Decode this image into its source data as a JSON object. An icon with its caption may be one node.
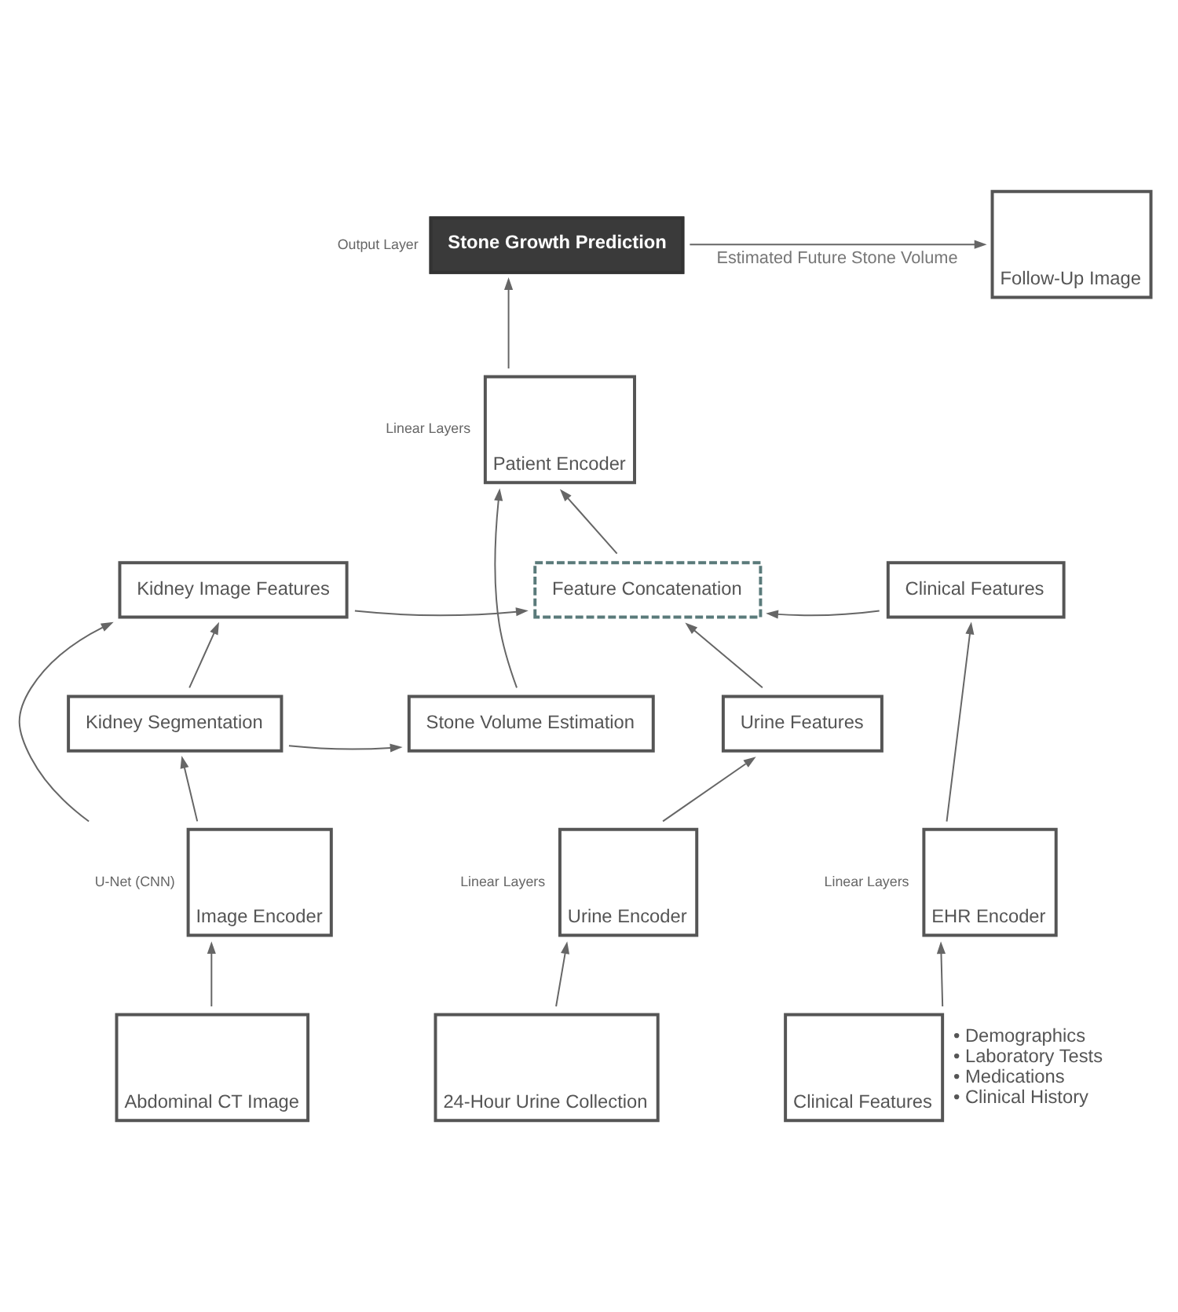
{
  "diagram": {
    "nodes": [
      {
        "text": [
          "Stone Growth Prediction"
        ],
        "beside": [
          "Output Layer"
        ]
      },
      {
        "text": [
          "Follow-Up Image"
        ]
      },
      {
        "text": [
          "Patient Encoder"
        ],
        "beside": [
          "Linear Layers"
        ]
      },
      {
        "text": [
          "Kidney Image Features"
        ]
      },
      {
        "text": [
          "Feature Concatenation"
        ]
      },
      {
        "text": [
          "Clinical Features"
        ]
      },
      {
        "text": [
          "Stone Volume Estimation"
        ]
      },
      {
        "text": [
          "Kidney Segmentation"
        ]
      },
      {
        "text": [
          "Urine Features"
        ]
      },
      {
        "text": [
          "Image Encoder"
        ],
        "beside": [
          "U-Net (CNN)"
        ]
      },
      {
        "text": [
          "Urine Encoder"
        ],
        "beside": [
          "Linear Layers"
        ]
      },
      {
        "text": [
          "EHR Encoder"
        ],
        "beside": [
          "Linear Layers"
        ]
      },
      {
        "text": [
          "Abdominal CT Image"
        ]
      },
      {
        "text": [
          "24-Hour Urine Collection"
        ]
      },
      {
        "text": [
          "Clinical Features"
        ],
        "beside": [
          "• Demographics",
          "• Laboratory Tests",
          "• Medications",
          "• Clinical History"
        ]
      }
    ],
    "edges": [
      {
        "from": 12,
        "to": 9,
        "arrow": "to"
      },
      {
        "from": 13,
        "to": 10,
        "arrow": "to"
      },
      {
        "from": 14,
        "to": 11,
        "arrow": "to"
      },
      {
        "from": 9,
        "to": 7,
        "arrow": "to"
      },
      {
        "from": 9,
        "to": 3,
        "arrow": "to"
      },
      {
        "from": 7,
        "to": 3,
        "arrow": "to"
      },
      {
        "from": 7,
        "to": 6,
        "arrow": "to"
      },
      {
        "from": 6,
        "to": 2,
        "arrow": "to"
      },
      {
        "from": 10,
        "to": 8,
        "arrow": "to"
      },
      {
        "from": 8,
        "to": 4,
        "arrow": "to"
      },
      {
        "from": 11,
        "to": 5,
        "arrow": "to"
      },
      {
        "from": 3,
        "to": 4,
        "arrow": "to"
      },
      {
        "from": 5,
        "to": 4,
        "arrow": "to"
      },
      {
        "from": 4,
        "to": 2,
        "arrow": "to"
      },
      {
        "from": 2,
        "to": 0,
        "arrow": "to"
      },
      {
        "from": 0,
        "to": 1,
        "arrow": "to",
        "label": "Estimated Future Stone Volume"
      }
    ]
  }
}
